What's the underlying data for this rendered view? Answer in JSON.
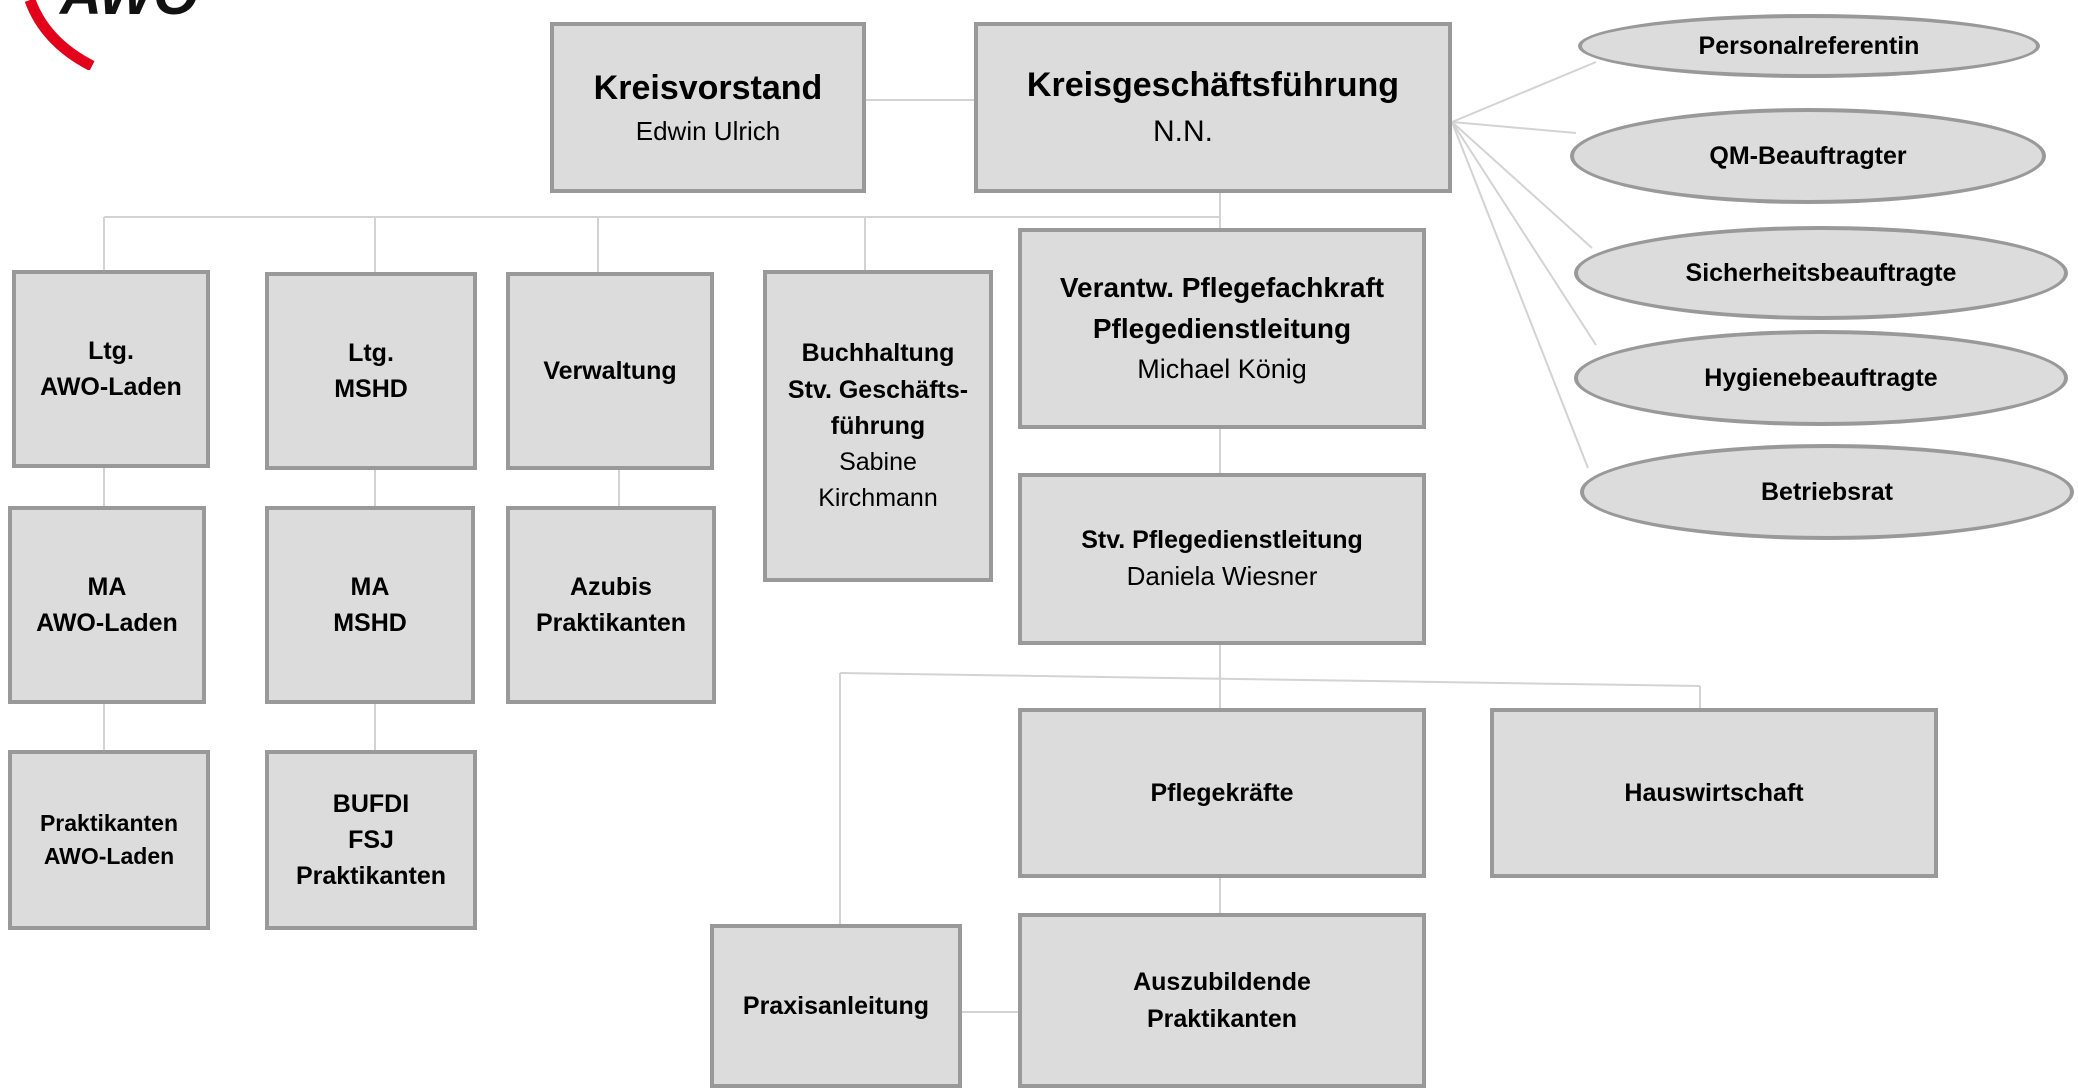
{
  "logo": {
    "text": "AWO",
    "color": "#e2001a"
  },
  "nodes": {
    "kreisvorstand": {
      "title": "Kreisvorstand",
      "name": "Edwin Ulrich"
    },
    "kgf": {
      "title": "Kreisgeschäftsführung",
      "name": "N.N."
    },
    "ltg_laden": {
      "title": "Ltg.\nAWO-Laden"
    },
    "ltg_mshd": {
      "title": "Ltg.\nMSHD"
    },
    "verwaltung": {
      "title": "Verwaltung"
    },
    "buchhaltung": {
      "title": "Buchhaltung\nStv. Geschäfts-\nführung",
      "name": "Sabine\nKirchmann"
    },
    "vpf": {
      "title": "Verantw. Pflegefachkraft\nPflegedienstleitung",
      "name": "Michael König"
    },
    "ma_laden": {
      "title": "MA\nAWO-Laden"
    },
    "ma_mshd": {
      "title": "MA\nMSHD"
    },
    "azubis": {
      "title": "Azubis\nPraktikanten"
    },
    "stv_pdl": {
      "title": "Stv. Pflegedienstleitung",
      "name": "Daniela Wiesner"
    },
    "prakt_laden": {
      "title": "Praktikanten\nAWO-Laden"
    },
    "bufdi": {
      "title": "BUFDI\nFSJ\nPraktikanten"
    },
    "pflegekraefte": {
      "title": "Pflegekräfte"
    },
    "hauswirtschaft": {
      "title": "Hauswirtschaft"
    },
    "praxisanleitung": {
      "title": "Praxisanleitung"
    },
    "auszubildende": {
      "title": "Auszubildende\nPraktikanten"
    }
  },
  "staff_roles": [
    "Personalreferentin",
    "QM-Beauftragter",
    "Sicherheitsbeauftragte",
    "Hygienebeauftragte",
    "Betriebsrat"
  ]
}
